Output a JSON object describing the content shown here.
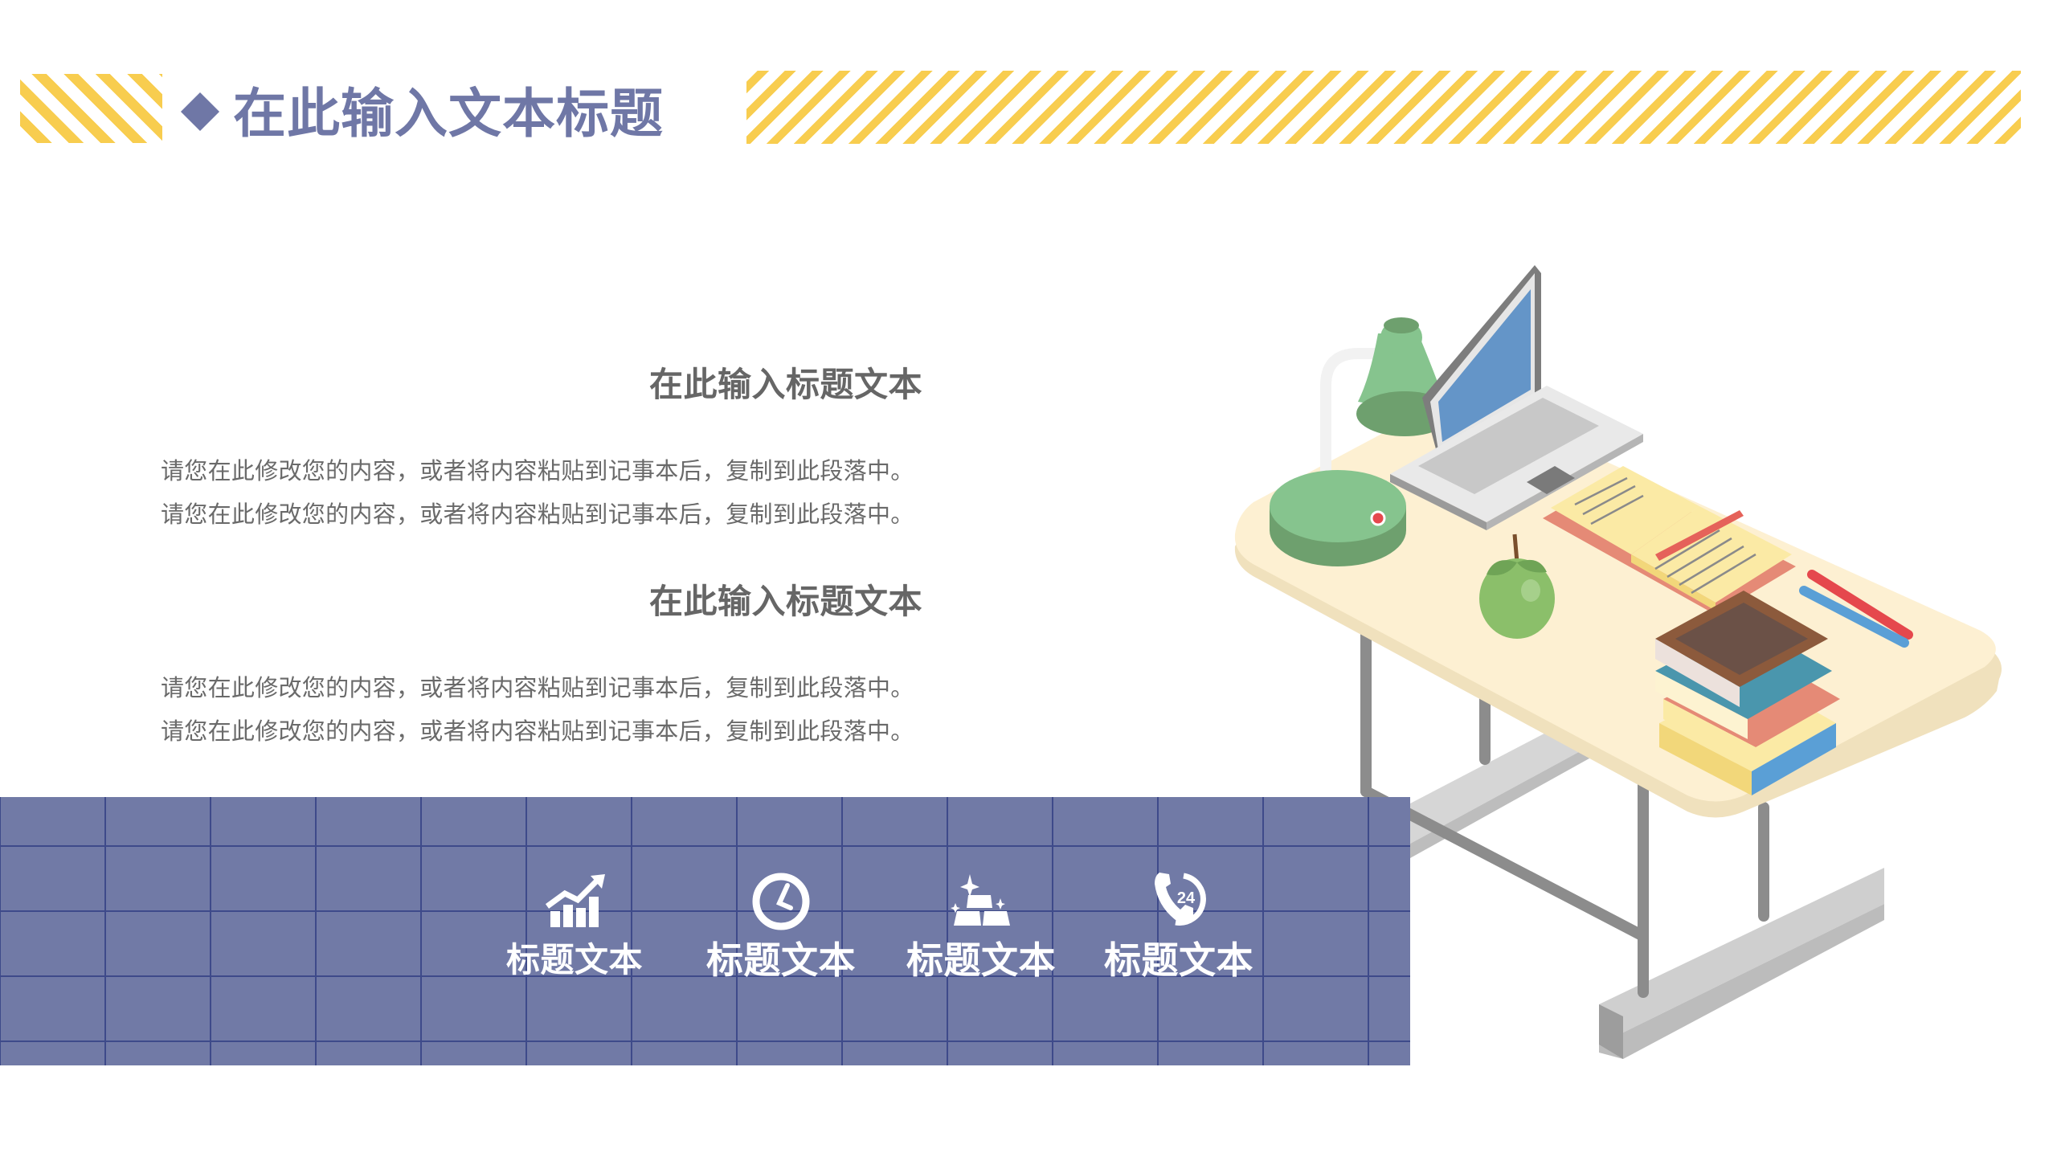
{
  "header": {
    "title": "在此输入文本标题",
    "accent_color": "#6f77a6",
    "stripe_color": "#f8cd4f"
  },
  "sections": [
    {
      "title": "在此输入标题文本",
      "lines": [
        "请您在此修改您的内容，或者将内容粘贴到记事本后，复制到此段落中。",
        "请您在此修改您的内容，或者将内容粘贴到记事本后，复制到此段落中。"
      ]
    },
    {
      "title": "在此输入标题文本",
      "lines": [
        "请您在此修改您的内容，或者将内容粘贴到记事本后，复制到此段落中。",
        "请您在此修改您的内容，或者将内容粘贴到记事本后，复制到此段落中。"
      ]
    }
  ],
  "band": {
    "background_color": "#717aa6",
    "grid_color": "#3e4a8a",
    "features": [
      {
        "icon": "growth-chart-icon",
        "label": "标题文本"
      },
      {
        "icon": "clock-icon",
        "label": "标题文本"
      },
      {
        "icon": "gold-bars-icon",
        "label": "标题文本"
      },
      {
        "icon": "phone-24h-icon",
        "label": "标题文本"
      }
    ]
  },
  "illustration": {
    "subject": "isometric desk with laptop, desk lamp, apple, open book, stacked books and pens"
  }
}
